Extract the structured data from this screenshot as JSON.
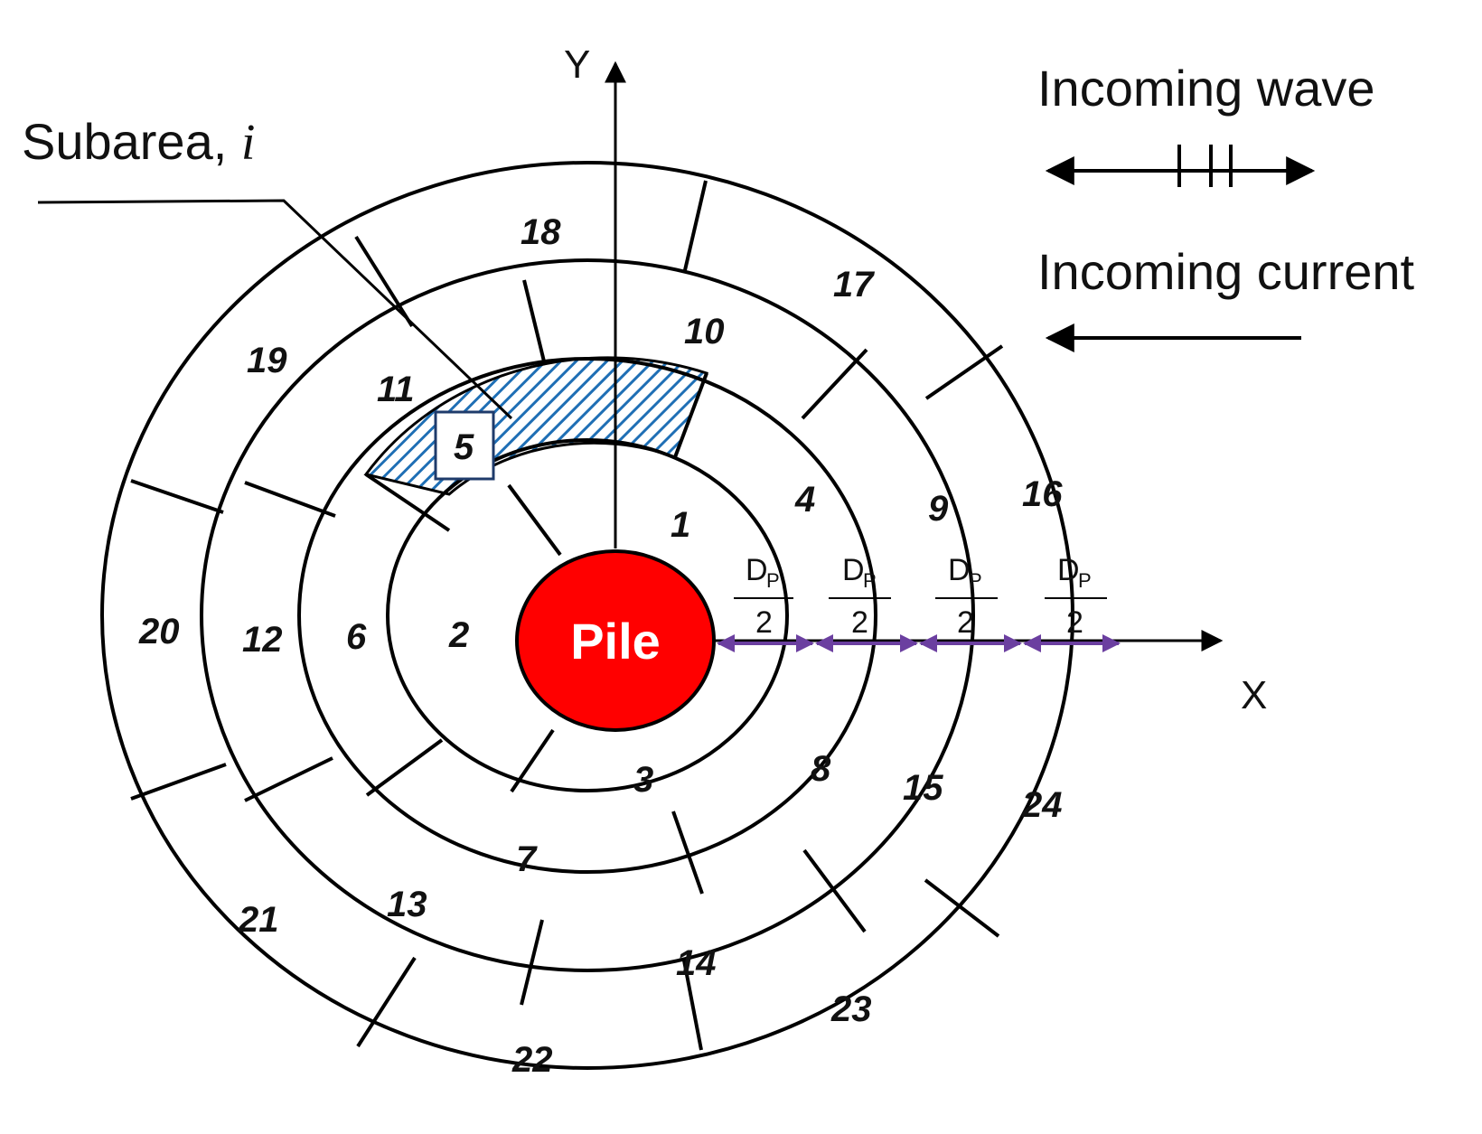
{
  "pile": {
    "label": "Pile",
    "color": "#ff0000"
  },
  "axes": {
    "x_label": "X",
    "y_label": "Y"
  },
  "legend": {
    "wave_label": "Incoming wave",
    "current_label": "Incoming current"
  },
  "subarea_callout": {
    "label": "Subarea,",
    "symbol": "i",
    "highlighted_subarea": "5",
    "hatch_color": "#1f6fb5"
  },
  "dimension_labels": [
    {
      "numerator": "D",
      "subscript": "P",
      "denominator": "2"
    },
    {
      "numerator": "D",
      "subscript": "P",
      "denominator": "2"
    },
    {
      "numerator": "D",
      "subscript": "P",
      "denominator": "2"
    },
    {
      "numerator": "D",
      "subscript": "P",
      "denominator": "2"
    }
  ],
  "dimension_color": "#6b3fa0",
  "subareas": {
    "ring1": [
      "1",
      "2",
      "3"
    ],
    "ring2": [
      "4",
      "5",
      "6",
      "7",
      "8"
    ],
    "ring3": [
      "9",
      "10",
      "11",
      "12",
      "13",
      "14",
      "15"
    ],
    "ring4": [
      "16",
      "17",
      "18",
      "19",
      "20",
      "21",
      "22",
      "23",
      "24"
    ]
  }
}
